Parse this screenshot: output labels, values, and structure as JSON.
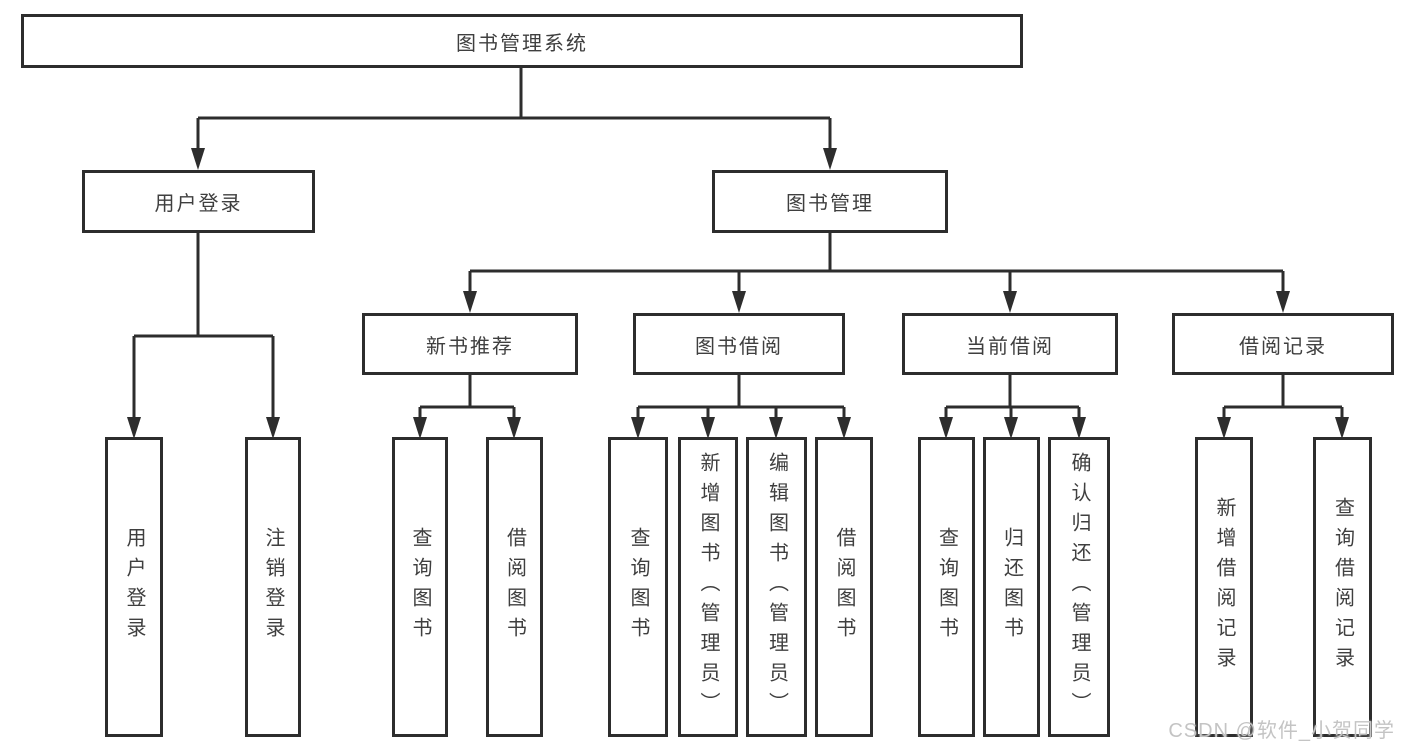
{
  "diagram": {
    "type": "tree",
    "root": {
      "label": "图书管理系统"
    },
    "branches": [
      {
        "label": "用户登录",
        "children": [
          {
            "label": "用户登录"
          },
          {
            "label": "注销登录"
          }
        ]
      },
      {
        "label": "图书管理",
        "children": [
          {
            "label": "新书推荐",
            "children": [
              {
                "label": "查询图书"
              },
              {
                "label": "借阅图书"
              }
            ]
          },
          {
            "label": "图书借阅",
            "children": [
              {
                "label": "查询图书"
              },
              {
                "label": "新增图书（管理员）"
              },
              {
                "label": "编辑图书（管理员）"
              },
              {
                "label": "借阅图书"
              }
            ]
          },
          {
            "label": "当前借阅",
            "children": [
              {
                "label": "查询图书"
              },
              {
                "label": "归还图书"
              },
              {
                "label": "确认归还（管理员）"
              }
            ]
          },
          {
            "label": "借阅记录",
            "children": [
              {
                "label": "新增借阅记录"
              },
              {
                "label": "查询借阅记录"
              }
            ]
          }
        ]
      }
    ]
  },
  "watermark": {
    "text": "CSDN @软件_小贺同学",
    "color": "#c4c4c4"
  },
  "colors": {
    "line": "#2d2d2d",
    "border": "#2d2d2d",
    "text": "#3f3f3f",
    "background": "#ffffff"
  }
}
